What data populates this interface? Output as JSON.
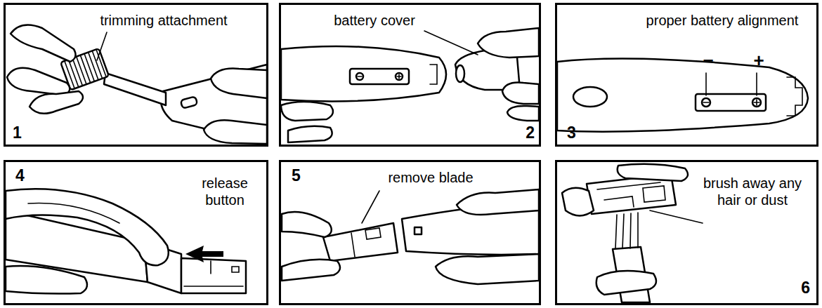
{
  "diagram": {
    "nodes": [
      {
        "text": [
          "trimming attachment",
          "1"
        ]
      },
      {
        "text": [
          "battery cover",
          "2"
        ]
      },
      {
        "text": [
          "proper battery alignment",
          "−",
          "+",
          "3"
        ]
      },
      {
        "text": [
          "4",
          "release button"
        ]
      },
      {
        "text": [
          "5",
          "remove blade"
        ]
      },
      {
        "text": [
          "brush away any hair or dust",
          "6"
        ]
      }
    ]
  }
}
